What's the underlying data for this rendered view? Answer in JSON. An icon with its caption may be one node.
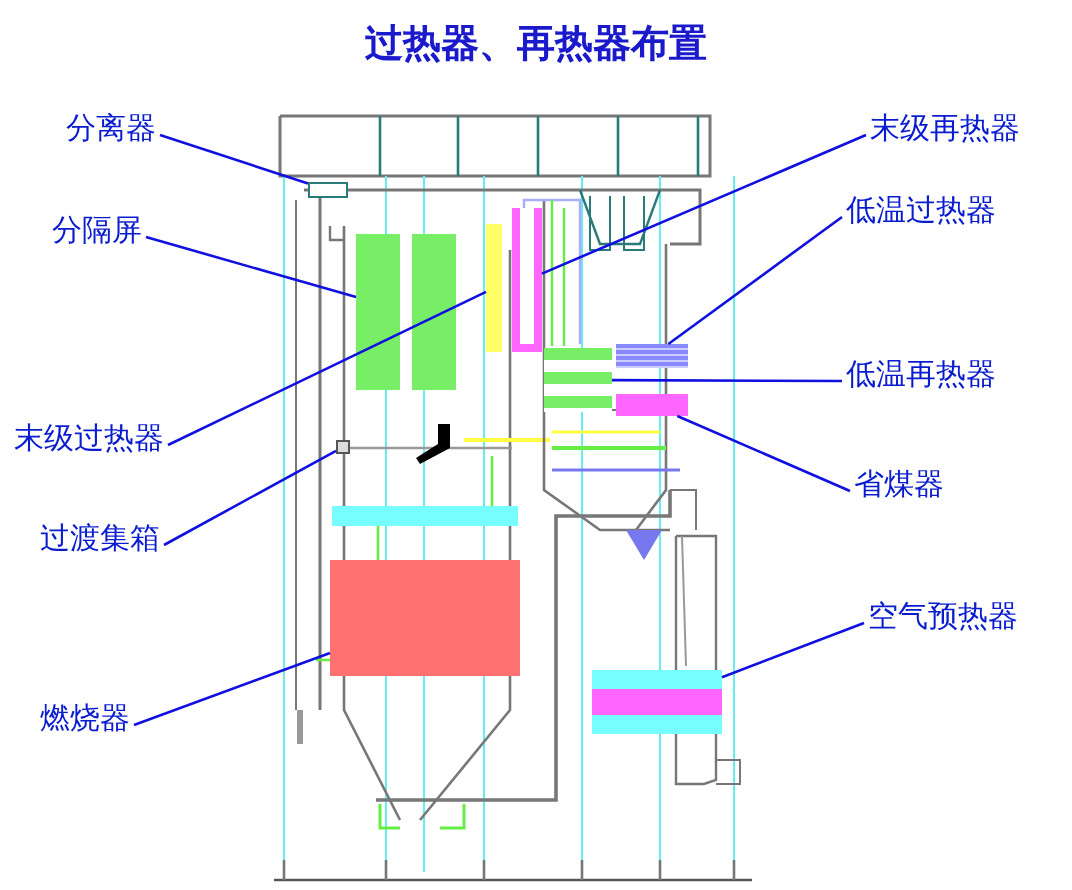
{
  "diagram": {
    "title": "过热器、再热器布置",
    "nodes": [
      {
        "text": [
          "分离器"
        ]
      },
      {
        "text": [
          "末级再热器"
        ]
      },
      {
        "text": [
          "低温过热器"
        ]
      },
      {
        "text": [
          "分隔屏"
        ]
      },
      {
        "text": [
          "低温再热器"
        ]
      },
      {
        "text": [
          "末级过热器"
        ]
      },
      {
        "text": [
          "省煤器"
        ]
      },
      {
        "text": [
          "过渡集箱"
        ]
      },
      {
        "text": [
          "空气预热器"
        ]
      },
      {
        "text": [
          "燃烧器"
        ]
      },
      {
        "text": [],
        "shape": "box"
      },
      {
        "text": [],
        "shape": "box"
      },
      {
        "text": [],
        "shape": "box"
      },
      {
        "text": [],
        "shape": "box"
      },
      {
        "text": [],
        "shape": "box"
      },
      {
        "text": [],
        "shape": "box"
      },
      {
        "text": [],
        "shape": "box"
      },
      {
        "text": [],
        "shape": "box"
      },
      {
        "text": [],
        "shape": "box"
      },
      {
        "text": [],
        "shape": "box"
      }
    ],
    "edges": [
      {
        "from": 0,
        "to": 10,
        "arrow": "none"
      },
      {
        "from": 1,
        "to": 11,
        "arrow": "none"
      },
      {
        "from": 2,
        "to": 12,
        "arrow": "none"
      },
      {
        "from": 3,
        "to": 13,
        "arrow": "none"
      },
      {
        "from": 4,
        "to": 14,
        "arrow": "none"
      },
      {
        "from": 5,
        "to": 15,
        "arrow": "none"
      },
      {
        "from": 6,
        "to": 16,
        "arrow": "none"
      },
      {
        "from": 7,
        "to": 17,
        "arrow": "none"
      },
      {
        "from": 8,
        "to": 18,
        "arrow": "none"
      },
      {
        "from": 9,
        "to": 19,
        "arrow": "none"
      }
    ]
  }
}
